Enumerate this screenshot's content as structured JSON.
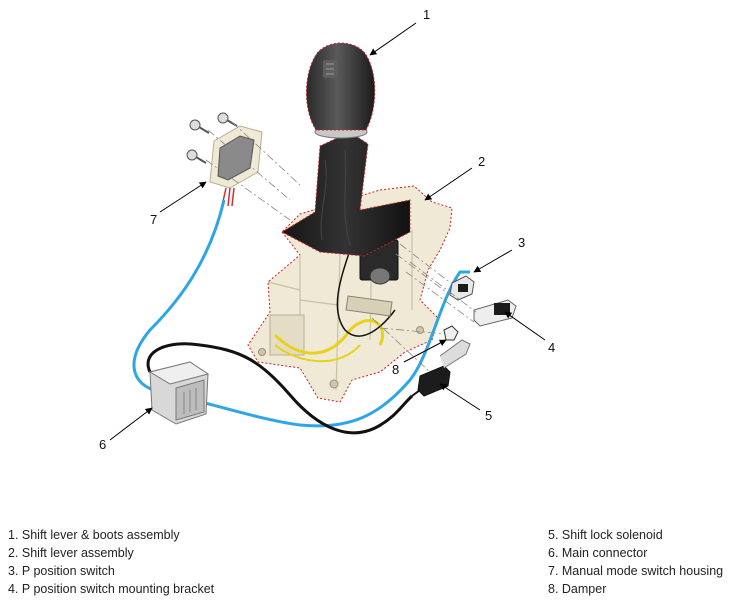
{
  "diagram": {
    "callouts": [
      "1",
      "2",
      "3",
      "4",
      "5",
      "6",
      "7",
      "8"
    ]
  },
  "legend": {
    "left": [
      "1. Shift lever & boots assembly",
      "2. Shift lever assembly",
      "3. P position switch",
      "4. P position switch mounting bracket"
    ],
    "right": [
      "5. Shift lock solenoid",
      "6. Main connector",
      "7. Manual mode switch housing",
      "8. Damper"
    ]
  },
  "colors": {
    "housing": "#efe9d6",
    "boot": "#1c1c1c",
    "outline_dashed": "#d02020",
    "wire_blue": "#2ea6e6",
    "wire_black": "#111111",
    "wire_yellow": "#e8d21a"
  }
}
